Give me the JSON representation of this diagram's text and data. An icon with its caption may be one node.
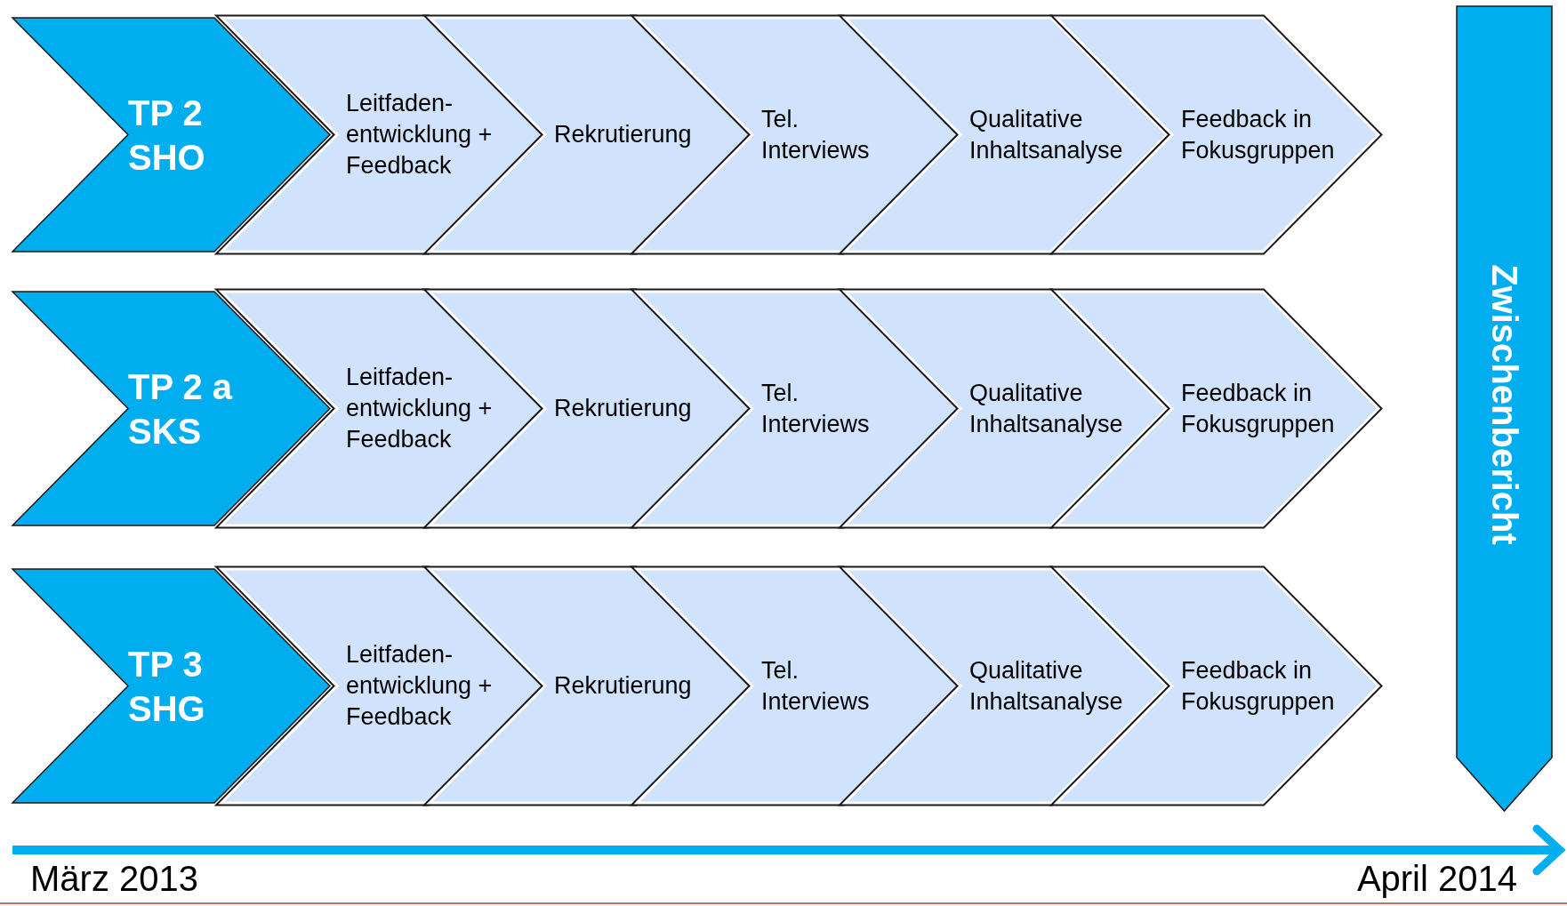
{
  "diagram": {
    "nodes": [
      {
        "text": [
          "TP 2 SHO"
        ]
      },
      {
        "text": [
          "Leitfaden- entwicklung + Feedback"
        ]
      },
      {
        "text": [
          "Rekrutierung"
        ]
      },
      {
        "text": [
          "Tel. Interviews"
        ]
      },
      {
        "text": [
          "Qualitative Inhaltsanalyse"
        ]
      },
      {
        "text": [
          "Feedback in Fokusgruppen"
        ]
      },
      {
        "text": [
          "TP 2 a SKS"
        ]
      },
      {
        "text": [
          "Leitfaden- entwicklung + Feedback"
        ]
      },
      {
        "text": [
          "Rekrutierung"
        ]
      },
      {
        "text": [
          "Tel. Interviews"
        ]
      },
      {
        "text": [
          "Qualitative Inhaltsanalyse"
        ]
      },
      {
        "text": [
          "Feedback in Fokusgruppen"
        ]
      },
      {
        "text": [
          "TP 3 SHG"
        ]
      },
      {
        "text": [
          "Leitfaden- entwicklung + Feedback"
        ]
      },
      {
        "text": [
          "Rekrutierung"
        ]
      },
      {
        "text": [
          "Tel. Interviews"
        ]
      },
      {
        "text": [
          "Qualitative Inhaltsanalyse"
        ]
      },
      {
        "text": [
          "Feedback in Fokusgruppen"
        ]
      },
      {
        "text": [
          "Zwischenbericht"
        ]
      }
    ],
    "labels": [
      "März 2013",
      "April 2014"
    ]
  }
}
